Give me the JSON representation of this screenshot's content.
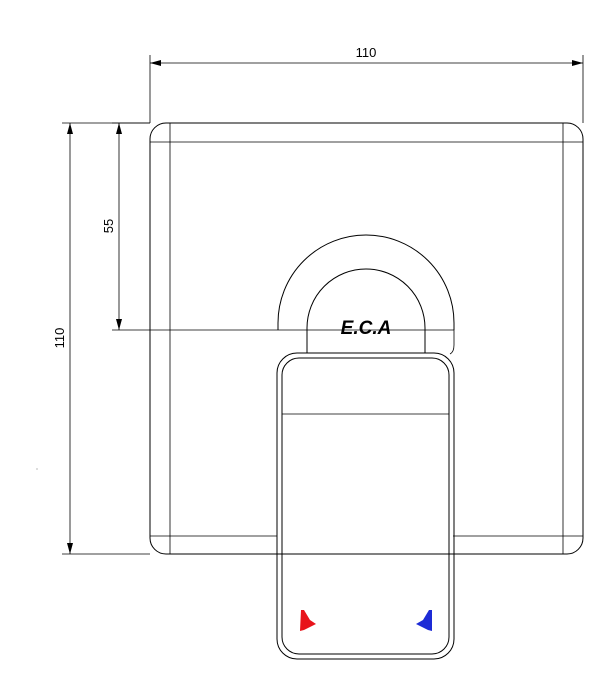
{
  "dimensions": {
    "width_label": "110",
    "height_label": "110",
    "center_label": "55"
  },
  "logo": {
    "text": "E.C.A"
  },
  "indicators": {
    "hot_color": "#e8141b",
    "cold_color": "#1d2bd6"
  }
}
